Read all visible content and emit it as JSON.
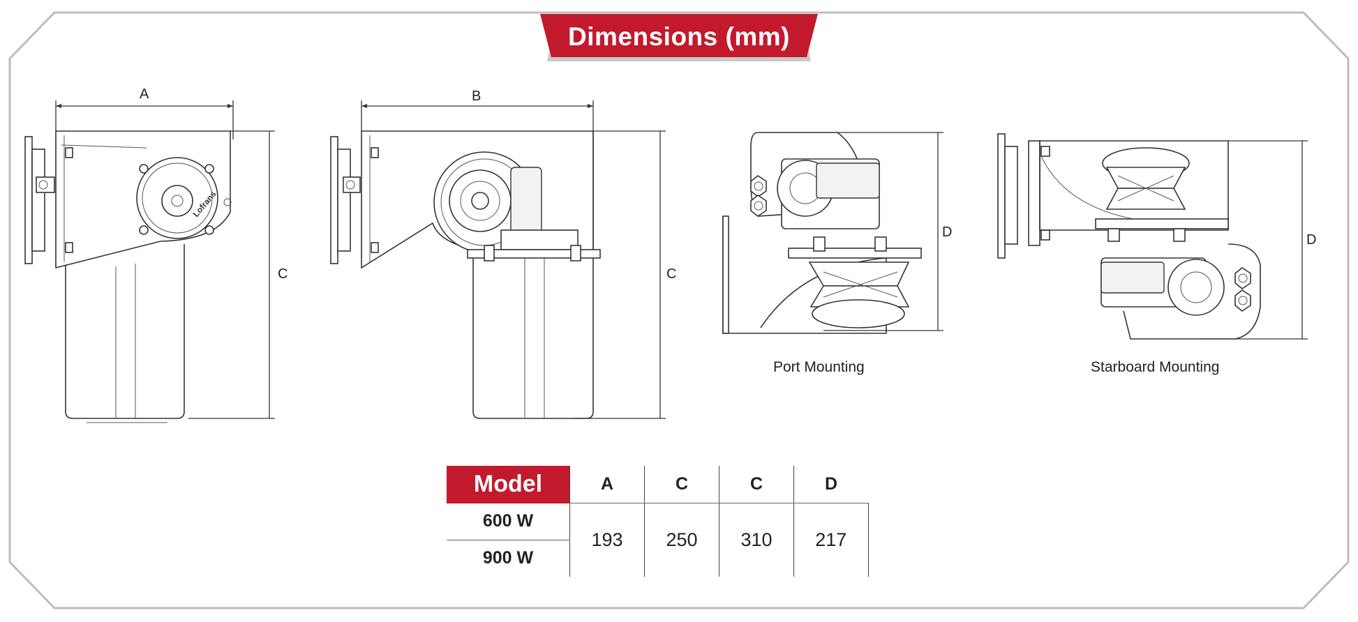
{
  "header": {
    "title": "Dimensions (mm)"
  },
  "colors": {
    "accent": "#c21a2c",
    "frame": "#bdbdbd",
    "line": "#333333"
  },
  "drawings": {
    "front_view": {
      "width_label": "A",
      "height_label": "C"
    },
    "side_view": {
      "width_label": "B",
      "height_label": "C"
    },
    "port": {
      "caption": "Port Mounting",
      "height_label": "D"
    },
    "starboard": {
      "caption": "Starboard Mounting",
      "height_label": "D"
    },
    "brand_on_drum": "Lofrans"
  },
  "table": {
    "model_header": "Model",
    "columns": [
      "A",
      "C",
      "C",
      "D"
    ],
    "models": [
      "600 W",
      "900 W"
    ],
    "values": [
      "193",
      "250",
      "310",
      "217"
    ]
  }
}
